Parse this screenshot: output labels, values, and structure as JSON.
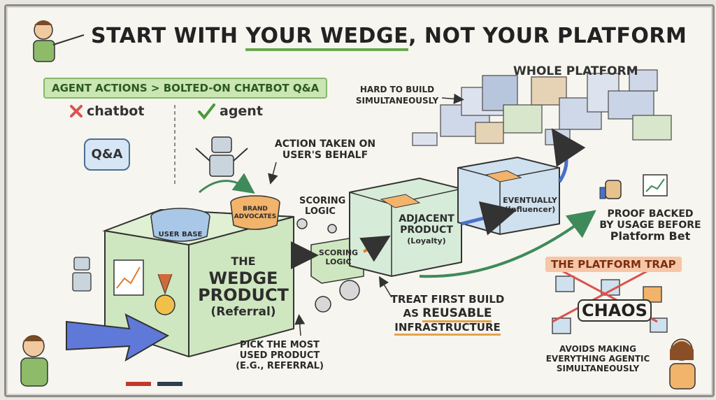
{
  "title": {
    "part1": "START WITH ",
    "part2": "YOUR WEDGE",
    "part3": ", NOT YOUR PLATFORM"
  },
  "tagline": "AGENT ACTIONS > BOLTED-ON CHATBOT Q&A",
  "chatbot_label": "chatbot",
  "agent_label": "agent",
  "qa_bubble": "Q&A",
  "action_note": {
    "line1": "ACTION TAKEN ON",
    "line2": "USER'S BEHALF"
  },
  "user_base": "USER BASE",
  "brand_advocates": {
    "line1": "BRAND",
    "line2": "ADVOCATES"
  },
  "wedge": {
    "line1": "THE",
    "line2": "WEDGE",
    "line3": "PRODUCT",
    "line4": "(Referral)"
  },
  "scoring_logic_top": {
    "line1": "SCORING",
    "line2": "LOGIC"
  },
  "scoring_logic_box": {
    "line1": "SCORING",
    "line2": "LOGIC"
  },
  "adjacent": {
    "line1": "ADJACENT",
    "line2": "PRODUCT",
    "line3": "(Loyalty)"
  },
  "eventually": {
    "line1": "EVENTUALLY",
    "line2": "(Influencer)"
  },
  "whole_platform": "WHOLE PLATFORM",
  "hard_to_build": {
    "line1": "HARD TO BUILD",
    "line2": "SIMULTANEOUSLY"
  },
  "proof": {
    "line1": "PROOF BACKED",
    "line2": "BY USAGE BEFORE",
    "line3": "Platform Bet"
  },
  "treat_first": {
    "line1": "TREAT FIRST BUILD",
    "line2a": "AS ",
    "line2b": "REUSABLE",
    "line3": "INFRASTRUCTURE"
  },
  "pick_most": {
    "line1": "PICK THE MOST",
    "line2": "USED PRODUCT",
    "line3": "(E.G., REFERRAL)"
  },
  "platform_trap": "THE PLATFORM TRAP",
  "chaos": "CHAOS",
  "avoids": {
    "line1": "AVOIDS MAKING",
    "line2": "EVERYTHING AGENTIC",
    "line3": "SIMULTANEOUSLY"
  },
  "colors": {
    "green_box": "#cfe7c0",
    "orange_bucket": "#f2b36b",
    "blue_bucket": "#a9c8e8",
    "accent_green": "#6aa84f",
    "arrow_blue": "#4a6fc8"
  },
  "icons": [
    "teacher-figure",
    "x-mark-icon",
    "check-mark-icon",
    "robot-icon",
    "gear-icon",
    "thumbs-up-icon",
    "growth-chart-icon",
    "medal-icon"
  ]
}
